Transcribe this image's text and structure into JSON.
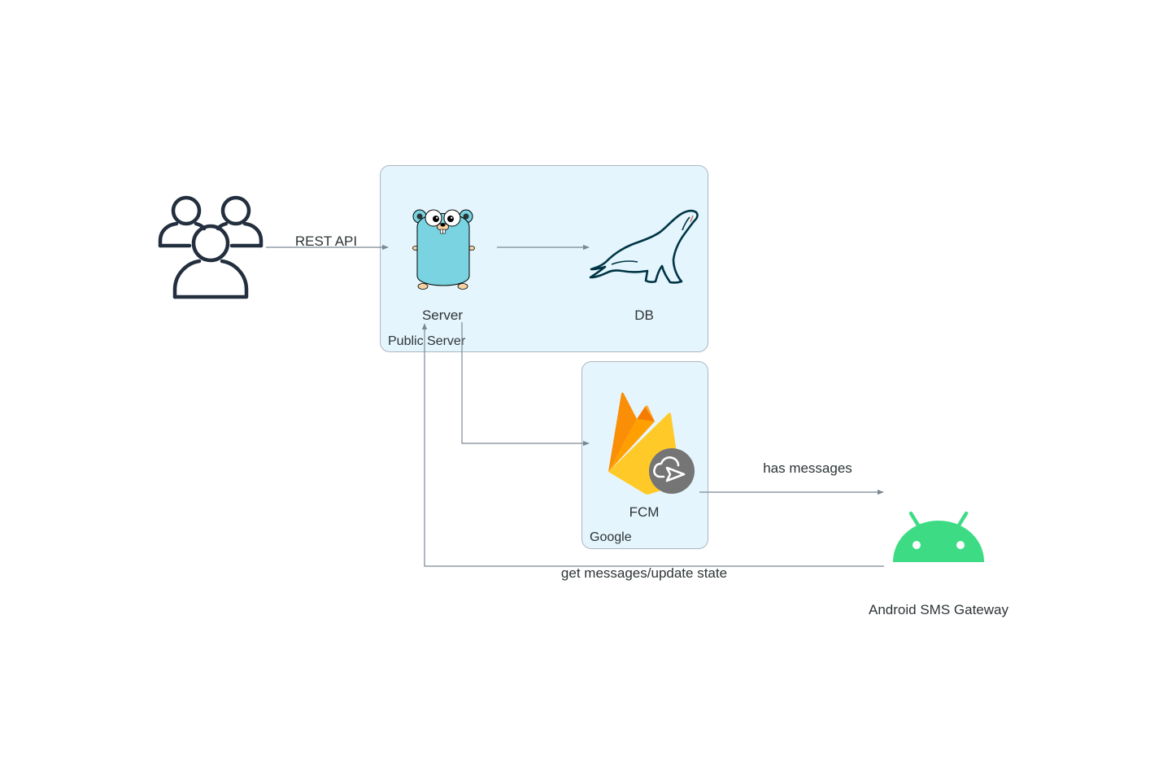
{
  "clusters": {
    "public_server": {
      "label": "Public Server"
    },
    "google": {
      "label": "Google"
    }
  },
  "nodes": {
    "users": {
      "label": "",
      "icon": "users-icon"
    },
    "server": {
      "label": "Server",
      "icon": "go-gopher-icon"
    },
    "db": {
      "label": "DB",
      "icon": "mariadb-seal-icon"
    },
    "fcm": {
      "label": "FCM",
      "icon": "firebase-cloud-messaging-icon"
    },
    "android": {
      "label": "Android SMS Gateway",
      "icon": "android-icon"
    }
  },
  "edges": {
    "users_server": {
      "label": "REST API"
    },
    "server_db": {
      "label": ""
    },
    "server_fcm": {
      "label": ""
    },
    "fcm_android": {
      "label": "has messages"
    },
    "android_server": {
      "label": "get messages/update state"
    }
  },
  "colors": {
    "cluster_fill": "#e5f5fd",
    "cluster_border": "#aeb6be",
    "edge": "#7b8894",
    "text": "#2d3436",
    "android_green": "#3ddc84",
    "gopher_blue": "#79d3e0",
    "mariadb_navy": "#003545",
    "firebase_yellow": "#ffca28",
    "firebase_orange": "#ffa000",
    "firebase_dark_orange": "#f57c00",
    "fcm_badge": "#757575"
  }
}
